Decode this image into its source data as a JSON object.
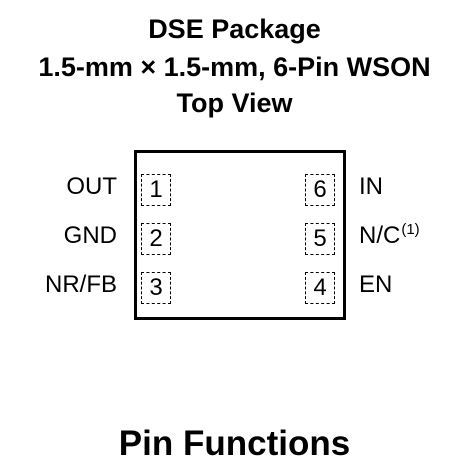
{
  "title": {
    "line1": "DSE Package",
    "line2": "1.5-mm × 1.5-mm, 6-Pin WSON",
    "line3": "Top View"
  },
  "pins": {
    "left": [
      {
        "number": "1",
        "label": "OUT"
      },
      {
        "number": "2",
        "label": "GND"
      },
      {
        "number": "3",
        "label": "NR/FB"
      }
    ],
    "right": [
      {
        "number": "6",
        "label": "IN",
        "footnote": ""
      },
      {
        "number": "5",
        "label": "N/C",
        "footnote": "(1)"
      },
      {
        "number": "4",
        "label": "EN",
        "footnote": ""
      }
    ]
  },
  "section_heading": "Pin Functions"
}
